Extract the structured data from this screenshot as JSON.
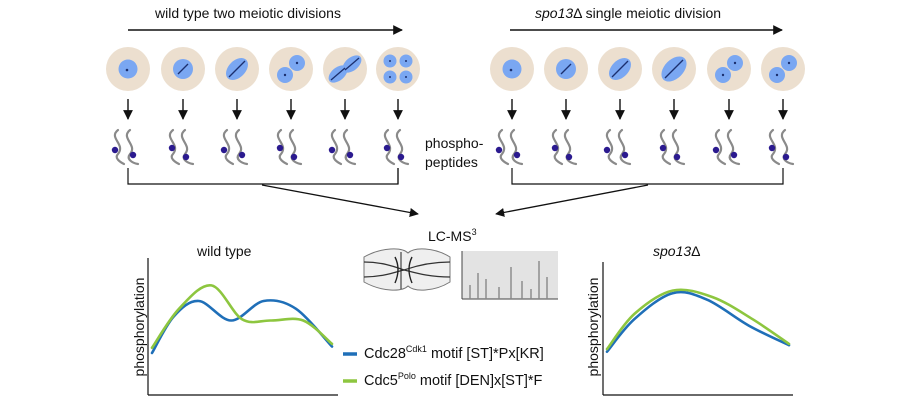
{
  "wt_header": "wild type two meiotic divisions",
  "spo_header_gene": "spo13",
  "spo_header_symbol": "Δ",
  "spo_header_rest": " single meiotic division",
  "phospho_line1": "phospho-",
  "phospho_line2": "peptides",
  "lcms_main": "LC-MS",
  "lcms_sup": "3",
  "wt_plot_title": "wild type",
  "spo_plot_title_gene": "spo13",
  "spo_plot_title_symbol": "Δ",
  "ylabel": "phosphorylation",
  "legend_cdk_prefix": "Cdc28",
  "legend_cdk_sup": "Cdk1",
  "legend_cdk_motif": " motif [ST]*Px[KR]",
  "legend_polo_prefix": "Cdc5",
  "legend_polo_sup": "Polo",
  "legend_polo_motif": " motif [DEN]x[ST]*F",
  "colors": {
    "cdk": "#1f6fb8",
    "polo": "#8dc63f",
    "cell": "#ecdfcf",
    "nucleus": "#7aa7f2",
    "arrow": "#111111",
    "peptide": "#8a8a8a",
    "phospho_dot": "#2b1a8f",
    "spectrum_bg": "#e3e3e3"
  },
  "cell_stages": {
    "wild_type": [
      "one-nucleus",
      "one-nucleus-spindle",
      "elongated-nucleus",
      "divided-two",
      "two-elongated",
      "four-nuclei"
    ],
    "spo13": [
      "one-nucleus",
      "one-nucleus-spindle",
      "elongated-nucleus",
      "elongated-nucleus-large",
      "divided-two",
      "divided-two"
    ]
  },
  "chart_data": [
    {
      "type": "line",
      "title": "wild type",
      "ylabel": "phosphorylation",
      "xlabel": "",
      "xlim": [
        0,
        1
      ],
      "ylim": [
        0,
        1
      ],
      "series": [
        {
          "name": "Cdc28Cdk1 motif [ST]*Px[KR]",
          "color": "#1f6fb8",
          "points": [
            [
              0,
              0.3
            ],
            [
              0.12,
              0.58
            ],
            [
              0.26,
              0.7
            ],
            [
              0.44,
              0.55
            ],
            [
              0.62,
              0.7
            ],
            [
              0.8,
              0.64
            ],
            [
              1,
              0.35
            ]
          ]
        },
        {
          "name": "Cdc5Polo motif [DEN]x[ST]*F",
          "color": "#8dc63f",
          "points": [
            [
              0,
              0.34
            ],
            [
              0.15,
              0.64
            ],
            [
              0.33,
              0.82
            ],
            [
              0.5,
              0.56
            ],
            [
              0.66,
              0.55
            ],
            [
              0.84,
              0.55
            ],
            [
              1,
              0.37
            ]
          ]
        }
      ]
    },
    {
      "type": "line",
      "title": "spo13Δ",
      "ylabel": "phosphorylation",
      "xlabel": "",
      "xlim": [
        0,
        1
      ],
      "ylim": [
        0,
        1
      ],
      "series": [
        {
          "name": "Cdc28Cdk1 motif [ST]*Px[KR]",
          "color": "#1f6fb8",
          "points": [
            [
              0,
              0.31
            ],
            [
              0.15,
              0.56
            ],
            [
              0.36,
              0.76
            ],
            [
              0.55,
              0.71
            ],
            [
              0.78,
              0.51
            ],
            [
              1,
              0.36
            ]
          ]
        },
        {
          "name": "Cdc5Polo motif [DEN]x[ST]*F",
          "color": "#8dc63f",
          "points": [
            [
              0,
              0.33
            ],
            [
              0.15,
              0.6
            ],
            [
              0.36,
              0.78
            ],
            [
              0.58,
              0.73
            ],
            [
              0.8,
              0.56
            ],
            [
              1,
              0.37
            ]
          ]
        }
      ]
    }
  ]
}
